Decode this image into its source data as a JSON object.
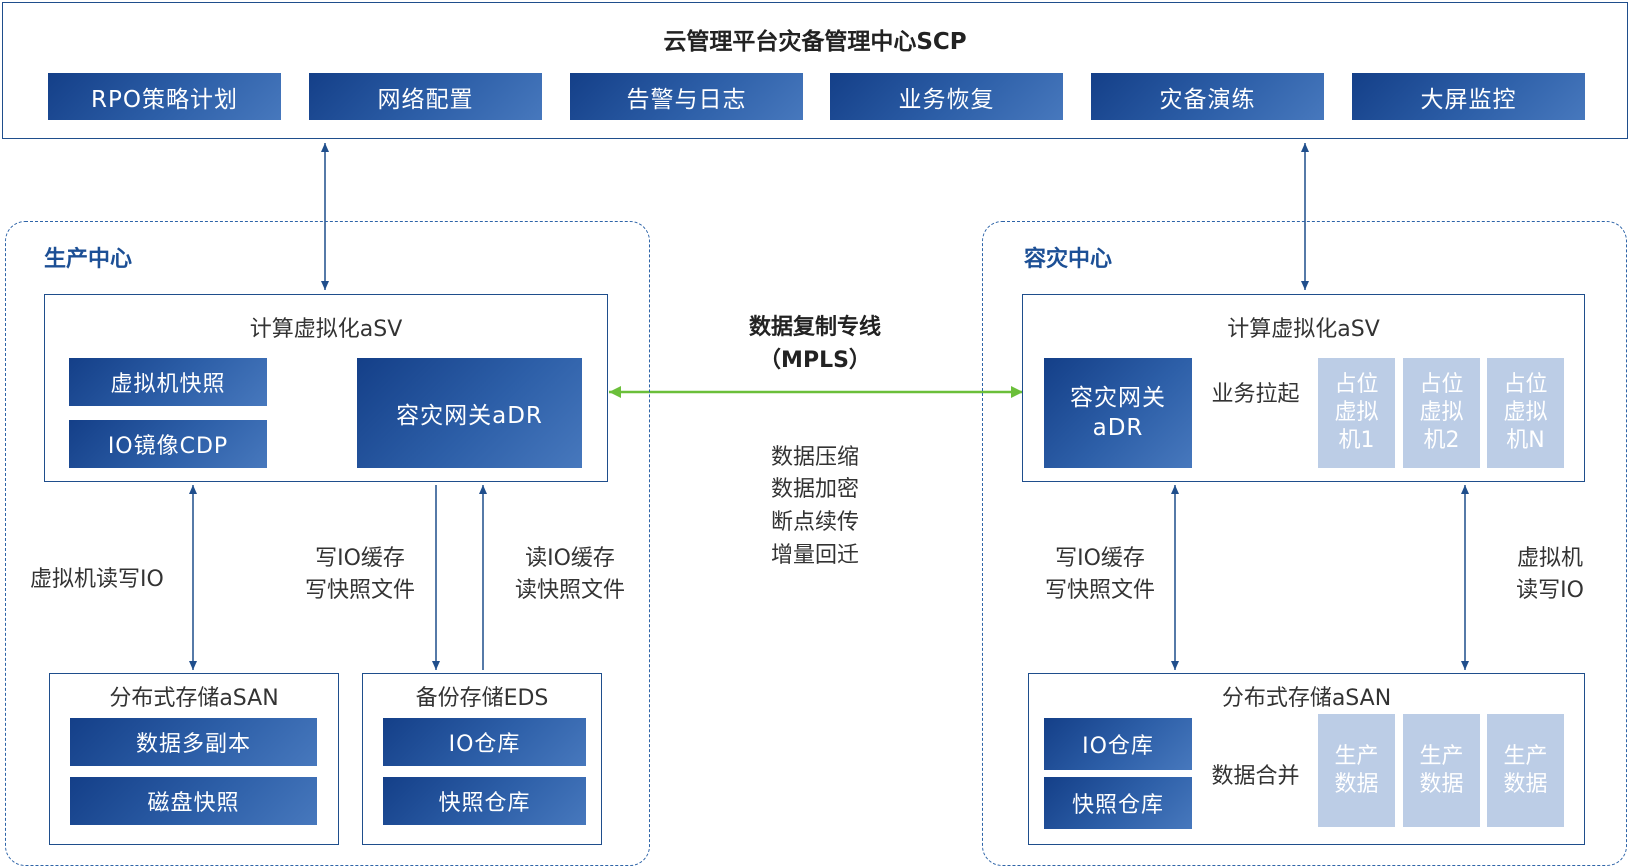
{
  "scp": {
    "title": "云管理平台灾备管理中心SCP",
    "buttons": [
      "RPO策略计划",
      "网络配置",
      "告警与日志",
      "业务恢复",
      "灾备演练",
      "大屏监控"
    ]
  },
  "production": {
    "title": "生产中心",
    "asv": {
      "title": "计算虚拟化aSV",
      "snapshot": "虚拟机快照",
      "cdp": "IO镜像CDP",
      "adr": "容灾网关aDR"
    },
    "vm_io_label": "虚拟机读写IO",
    "write_label": "写IO缓存\n写快照文件",
    "read_label": "读IO缓存\n读快照文件",
    "asan": {
      "title": "分布式存储aSAN",
      "replicas": "数据多副本",
      "disk_snapshot": "磁盘快照"
    },
    "eds": {
      "title": "备份存储EDS",
      "io_repo": "IO仓库",
      "snap_repo": "快照仓库"
    }
  },
  "link": {
    "title": "数据复制专线\n（MPLS）",
    "features": [
      "数据压缩",
      "数据加密",
      "断点续传",
      "增量回迁"
    ]
  },
  "dr": {
    "title": "容灾中心",
    "asv": {
      "title": "计算虚拟化aSV",
      "adr": "容灾网关\naDR",
      "pull_label": "业务拉起",
      "placeholders": [
        "占位\n虚拟\n机1",
        "占位\n虚拟\n机2",
        "占位\n虚拟\n机N"
      ]
    },
    "write_label": "写IO缓存\n写快照文件",
    "vm_io_label": "虚拟机\n读写IO",
    "asan": {
      "title": "分布式存储aSAN",
      "io_repo": "IO仓库",
      "snap_repo": "快照仓库",
      "merge_label": "数据合并",
      "prod_data": [
        "生产\n数据",
        "生产\n数据",
        "生产\n数据"
      ]
    }
  },
  "colors": {
    "primary": "#1f4e8c",
    "link": "#6bbf3a",
    "pale": "#bccde6",
    "title_blue": "#1c4f95"
  }
}
